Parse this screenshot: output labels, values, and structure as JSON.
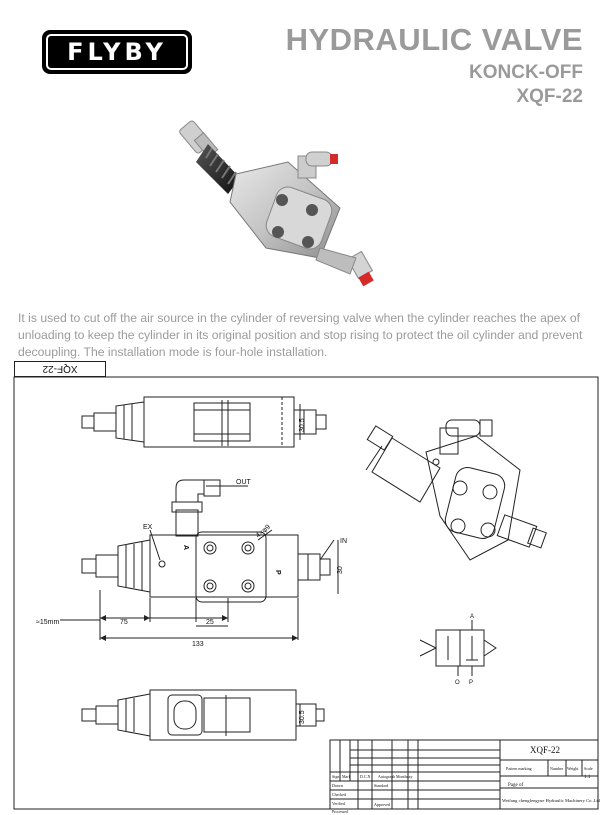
{
  "brand": {
    "logo_text": "FLYBY"
  },
  "header": {
    "title": "HYDRAULIC VALVE",
    "subtitle": "KONCK-OFF",
    "model": "XQF-22"
  },
  "description": "It is used to cut off the air source in the cylinder of reversing valve when the cylinder reaches the apex of unloading to keep the cylinder in its original position and stop rising to protect the oil cylinder and prevent decoupling. The installation mode is four-hole installation.",
  "drawing": {
    "tab_label": "XQF-22",
    "port_labels": {
      "out": "OUT",
      "ex": "EX",
      "in": "IN",
      "a": "A",
      "p": "P",
      "holes": "4×φ9"
    },
    "dimensions": {
      "top_height": "30.5",
      "side_height": "30",
      "bottom_height": "30.5",
      "left_offset": "≈15mm",
      "length_75": "75",
      "length_25": "25",
      "total_length": "133"
    },
    "schematic_labels": {
      "a": "A",
      "o": "O",
      "p": "P"
    }
  },
  "title_block": {
    "drawing_number": "XQF-22",
    "headers": [
      "Sign",
      "Mark",
      "D.C.N",
      "Autograph",
      "Monthday"
    ],
    "rows": [
      "Drawn",
      "Checked",
      "Verified",
      "Processed"
    ],
    "standard_label": "Standard",
    "approved_label": "Approved",
    "pattern_marking": "Pattern marking",
    "number_label": "Number",
    "weight_label": "Weight",
    "scale_label": "Scale",
    "scale_value": "1:1",
    "page_label": "Page of",
    "company": "Weifang chengfengyue Hydraulic Machinery Co.,Ltd"
  }
}
